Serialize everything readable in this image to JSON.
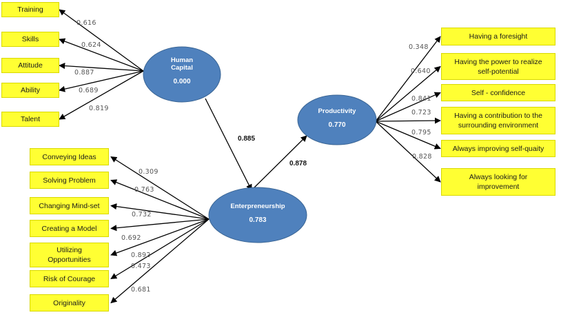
{
  "constructs": {
    "human_capital": {
      "name": "Human\nCapital",
      "value": "0.000"
    },
    "productivity": {
      "name": "Productivity",
      "value": "0.770"
    },
    "entrepreneurship": {
      "name": "Enterpreneurship",
      "value": "0.783"
    }
  },
  "paths": {
    "hc_ent": "0.885",
    "ent_prod": "0.878"
  },
  "human_capital_indicators": [
    {
      "label": "Training",
      "loading": "0.616"
    },
    {
      "label": "Skills",
      "loading": "0.624"
    },
    {
      "label": "Attitude",
      "loading": "0.887"
    },
    {
      "label": "Ability",
      "loading": "0.689"
    },
    {
      "label": "Talent",
      "loading": "0.819"
    }
  ],
  "entrepreneurship_indicators": [
    {
      "label": "Conveying Ideas",
      "loading": "0.309"
    },
    {
      "label": "Solving Problem",
      "loading": "0.763"
    },
    {
      "label": "Changing Mind-set",
      "loading": "0.732"
    },
    {
      "label": "Creating  a Model",
      "loading": "0.692"
    },
    {
      "label": "Utilizing\nOpportunities",
      "loading": "0.892"
    },
    {
      "label": "Risk of Courage",
      "loading": "0.473"
    },
    {
      "label": "Originality",
      "loading": "0.681"
    }
  ],
  "productivity_indicators": [
    {
      "label": "Having a foresight",
      "loading": "0.348"
    },
    {
      "label": "Having the power to realize\nself-potential",
      "loading": "0.640"
    },
    {
      "label": "Self - confidence",
      "loading": "0.841"
    },
    {
      "label": "Having a contribution to the\nsurrounding environment",
      "loading": "0.723"
    },
    {
      "label": "Always improving self-quaity",
      "loading": "0.795"
    },
    {
      "label": "Always looking for\nimprovement",
      "loading": "0.828"
    }
  ],
  "colors": {
    "construct_fill": "#4f81bd",
    "indicator_fill": "#ffff33",
    "arrow": "#000000"
  }
}
